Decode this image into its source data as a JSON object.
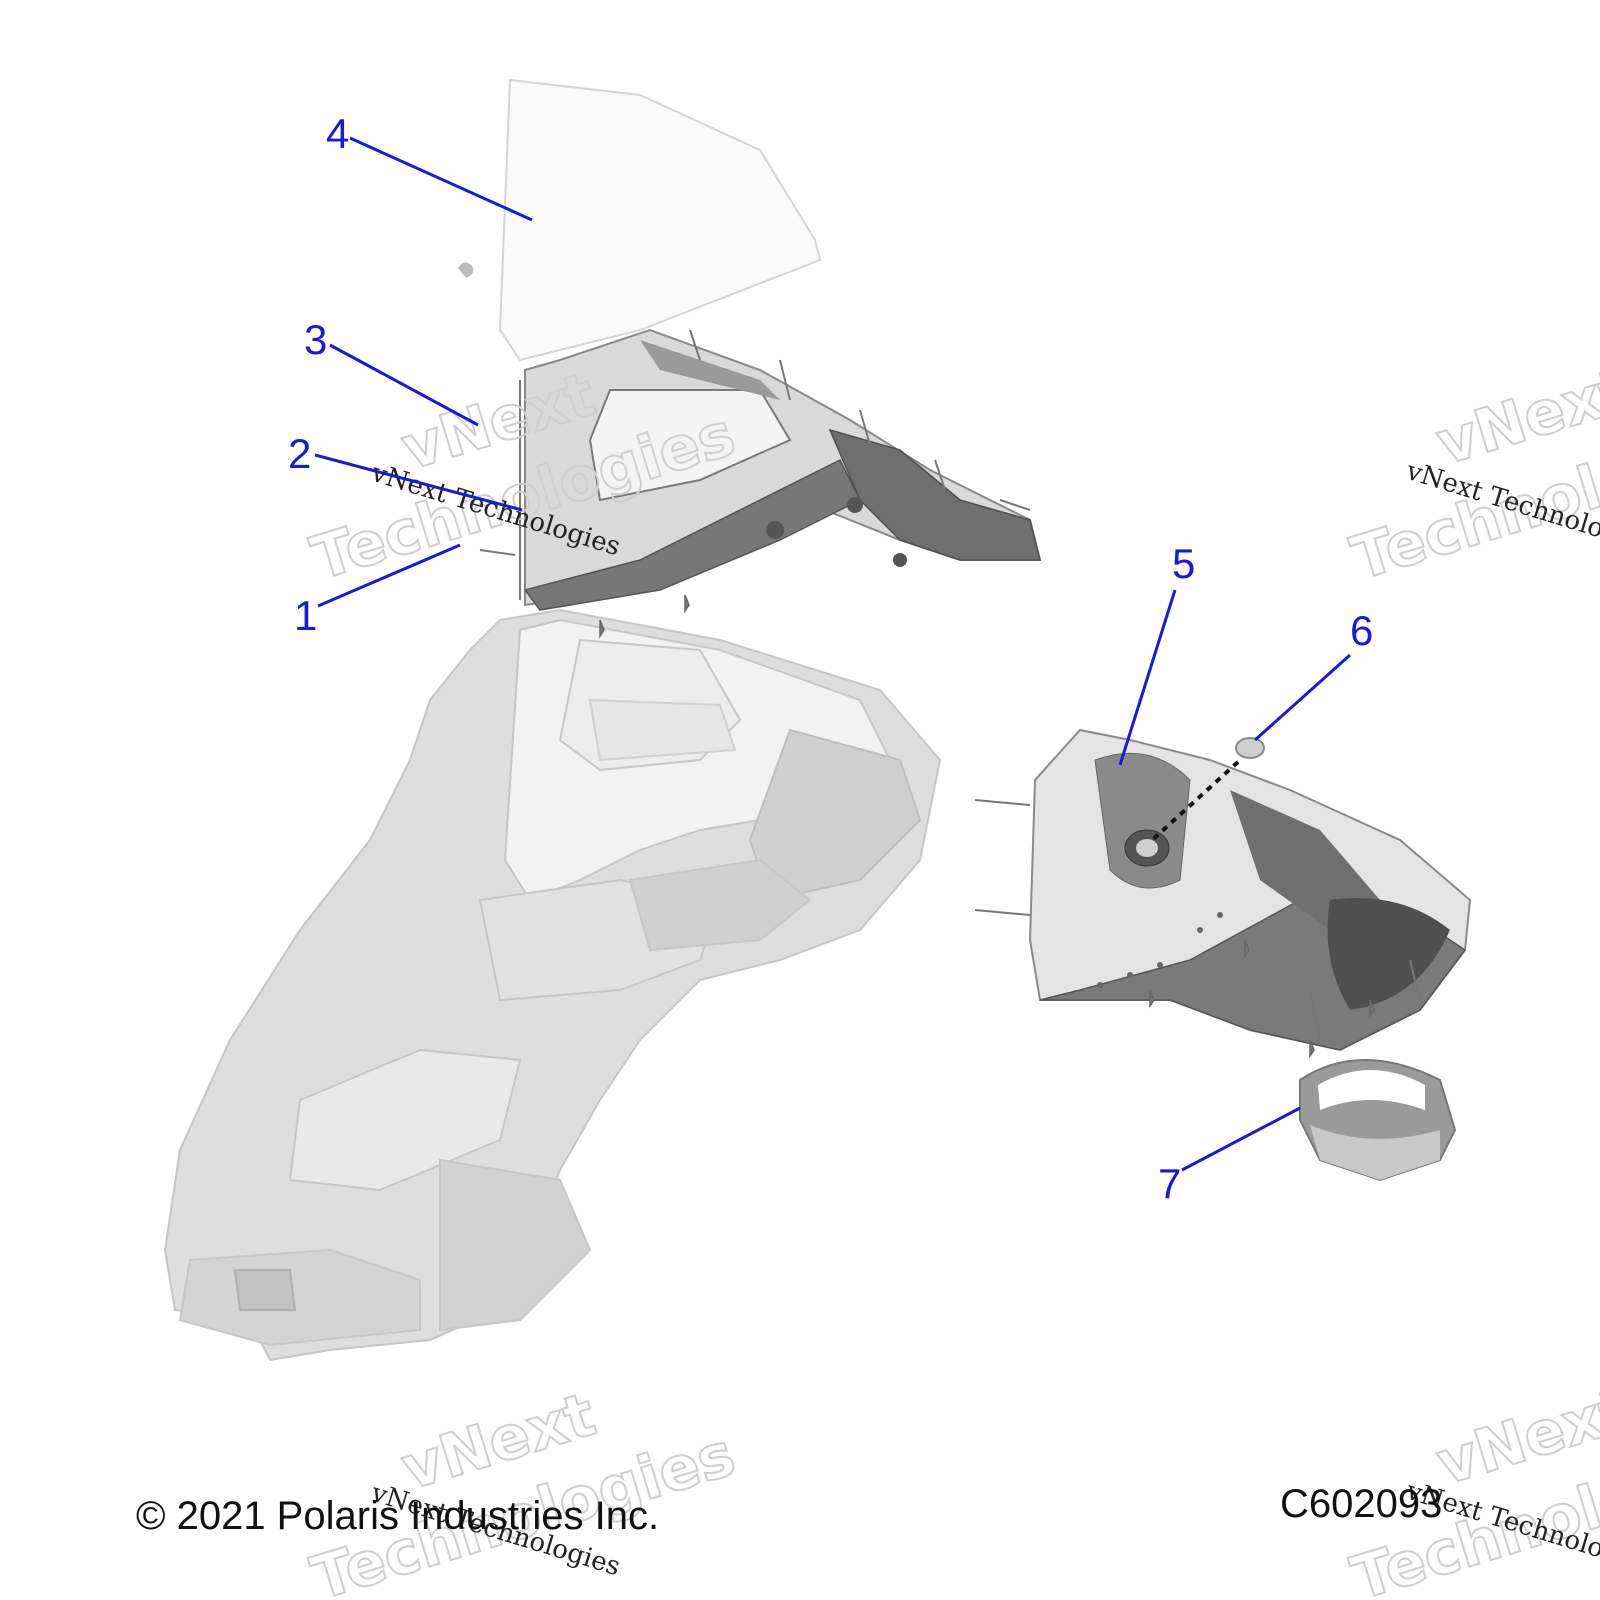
{
  "diagram": {
    "callouts": [
      {
        "id": "1",
        "label": "1"
      },
      {
        "id": "2",
        "label": "2"
      },
      {
        "id": "3",
        "label": "3"
      },
      {
        "id": "4",
        "label": "4"
      },
      {
        "id": "5",
        "label": "5"
      },
      {
        "id": "6",
        "label": "6"
      },
      {
        "id": "7",
        "label": "7"
      }
    ],
    "copyright": "© 2021 Polaris Industries Inc.",
    "figure_id": "C602093",
    "watermark": {
      "line1": "vNext",
      "line2": "Technologies",
      "line3": "vNext Technologies"
    }
  },
  "colors": {
    "callout": "#1a1ad6",
    "part_dark": "#6e6e6e",
    "part_light": "#d8d8d8",
    "outline": "#999999"
  }
}
